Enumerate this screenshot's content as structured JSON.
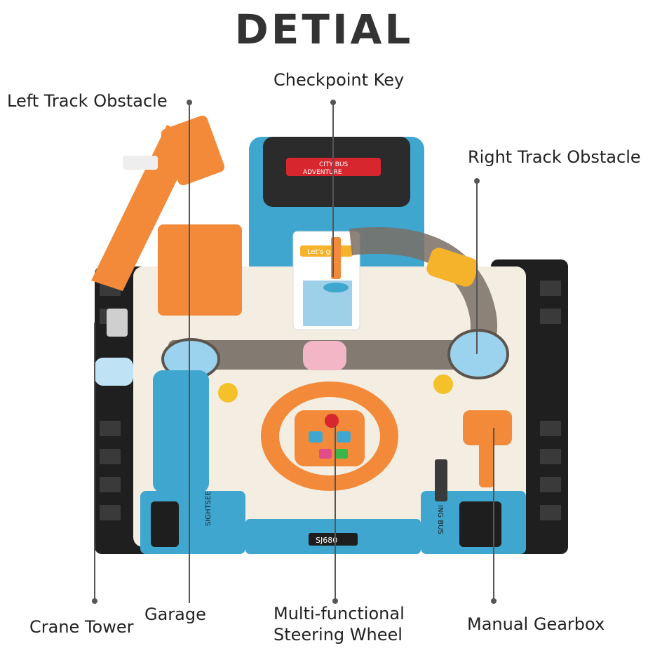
{
  "title": "DETIAL",
  "labels": {
    "left_track_obstacle": "Left Track Obstacle",
    "checkpoint_key": "Checkpoint Key",
    "right_track_obstacle": "Right Track Obstacle",
    "garage": "Garage",
    "crane_tower": "Crane Tower",
    "steering_wheel_line1": "Multi-functional",
    "steering_wheel_line2": "Steering Wheel",
    "manual_gearbox": "Manual Gearbox"
  },
  "toy_text": {
    "sign_line1": "CITY BUS",
    "sign_line2": "ADVENTURE",
    "plate": "SJ680",
    "left_side": "SIGHTSEE",
    "right_side": "ING BUS",
    "lets_go": "Let's go"
  },
  "colors": {
    "orange": "#f28a3a",
    "blue": "#3fa6cf",
    "dark": "#2b2b2b",
    "cream": "#f3ede2",
    "leader": "#555555"
  }
}
